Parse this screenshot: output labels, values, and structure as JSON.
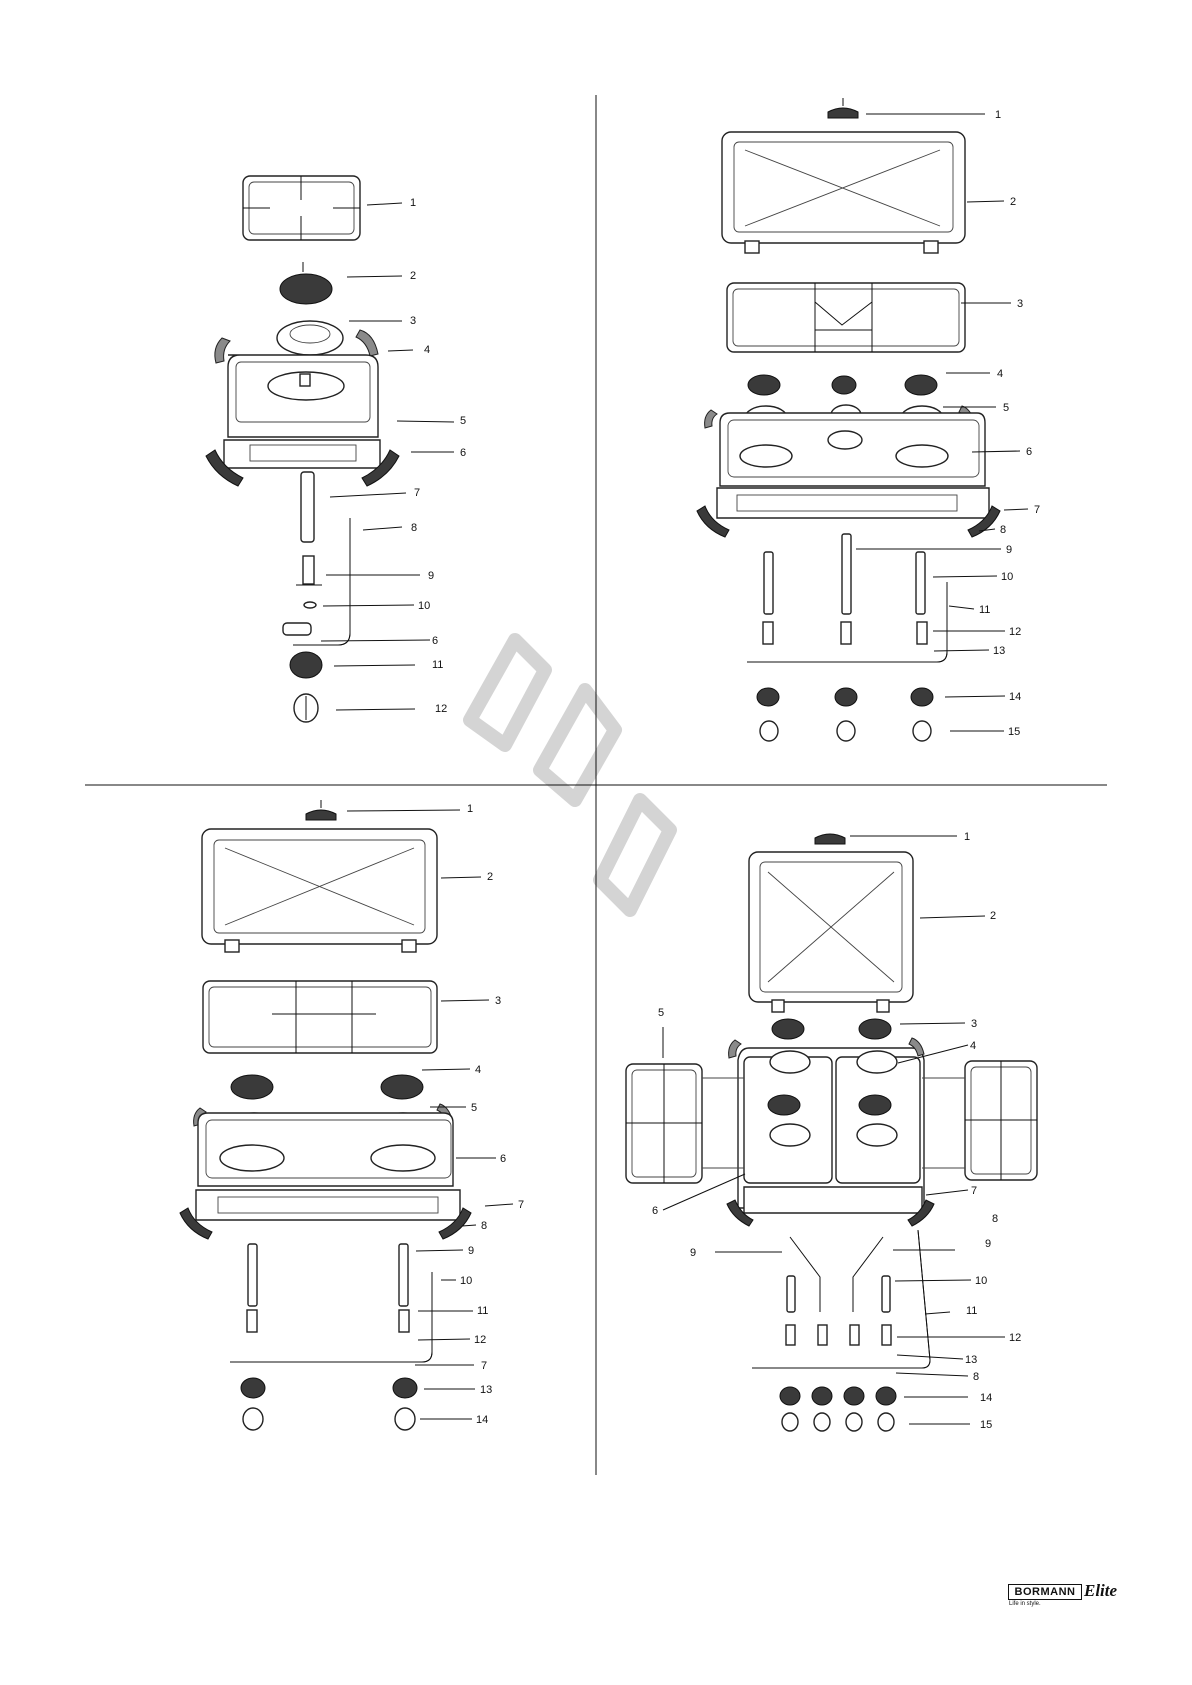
{
  "brand": {
    "name": "BORMANN",
    "line": "Elite",
    "tagline": "Life in style."
  },
  "diagram": {
    "panels": [
      {
        "id": "single",
        "labels": [
          "1",
          "2",
          "3",
          "4",
          "5",
          "6",
          "7",
          "8",
          "9",
          "10",
          "6",
          "11",
          "12"
        ]
      },
      {
        "id": "triple",
        "labels": [
          "1",
          "2",
          "3",
          "4",
          "5",
          "6",
          "7",
          "8",
          "9",
          "10",
          "11",
          "12",
          "13",
          "14",
          "15"
        ]
      },
      {
        "id": "double",
        "labels": [
          "1",
          "2",
          "3",
          "4",
          "5",
          "6",
          "7",
          "8",
          "9",
          "10",
          "11",
          "12",
          "7",
          "13",
          "14"
        ]
      },
      {
        "id": "quad",
        "labels": [
          "1",
          "2",
          "3",
          "4",
          "5",
          "6",
          "7",
          "8",
          "9",
          "9",
          "10",
          "11",
          "12",
          "13",
          "8",
          "14",
          "15"
        ]
      }
    ]
  }
}
